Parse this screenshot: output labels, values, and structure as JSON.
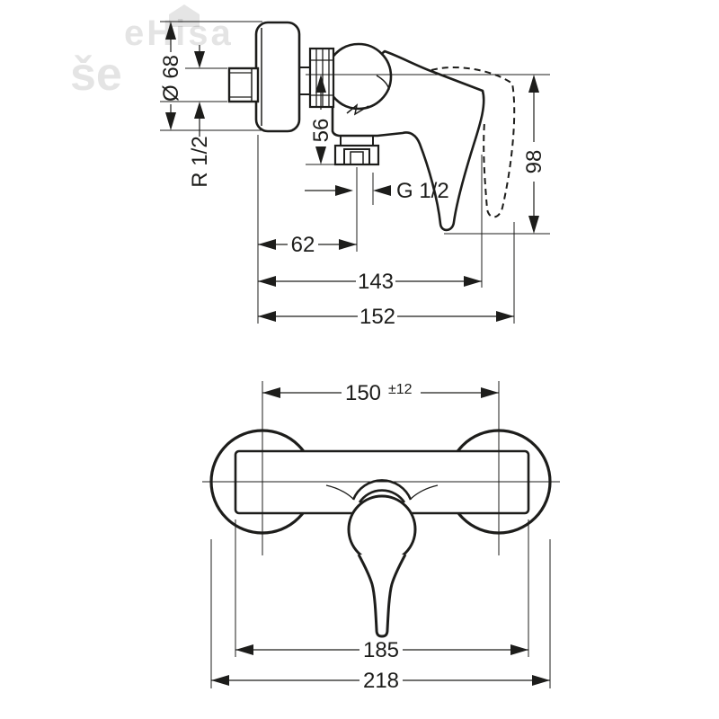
{
  "colors": {
    "line": "#1d1d1b",
    "background": "#ffffff"
  },
  "watermark": {
    "main": "eHisa",
    "partial": "še"
  },
  "side_view": {
    "dimensions": {
      "escutcheon_diameter": "Ø 68",
      "wall_thread": "R 1/2",
      "outlet_drop": "56",
      "outlet_thread": "G 1/2",
      "outlet_offset": "62",
      "depth_to_lever": "143",
      "total_depth": "152",
      "height": "98"
    }
  },
  "front_view": {
    "dimensions": {
      "connection_centers": "150",
      "connection_tolerance": "±12",
      "body_width": "185",
      "total_width": "218"
    }
  }
}
